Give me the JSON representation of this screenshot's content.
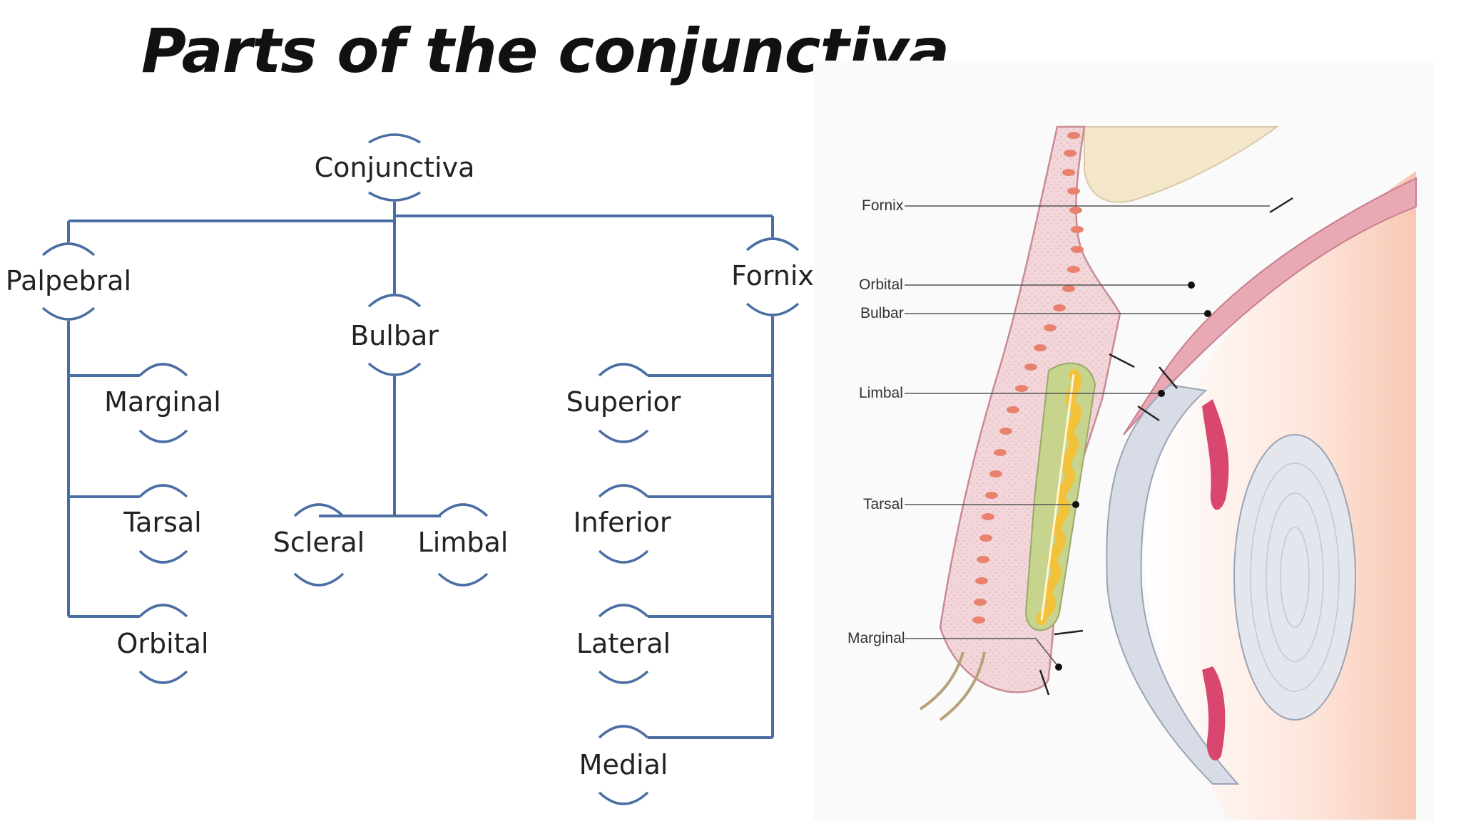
{
  "title": "Parts of the conjunctiva",
  "tree": {
    "root": "Conjunctiva",
    "branches": [
      {
        "label": "Palpebral",
        "children": [
          "Marginal",
          "Tarsal",
          "Orbital"
        ]
      },
      {
        "label": "Bulbar",
        "children": [
          "Scleral",
          "Limbal"
        ]
      },
      {
        "label": "Fornix",
        "children": [
          "Superior",
          "Inferior",
          "Lateral",
          "Medial"
        ]
      }
    ]
  },
  "illustration": {
    "labels": [
      "Fornix",
      "Orbital",
      "Bulbar",
      "Limbal",
      "Tarsal",
      "Marginal"
    ]
  },
  "colors": {
    "connector": "#4a6ea3",
    "lid_tissue": "#f3d9dc",
    "muscle": "#e8826e",
    "tarsal_gland": "#f2c23a",
    "sclera": "#d7dce6",
    "iris_pink": "#d9466f"
  }
}
